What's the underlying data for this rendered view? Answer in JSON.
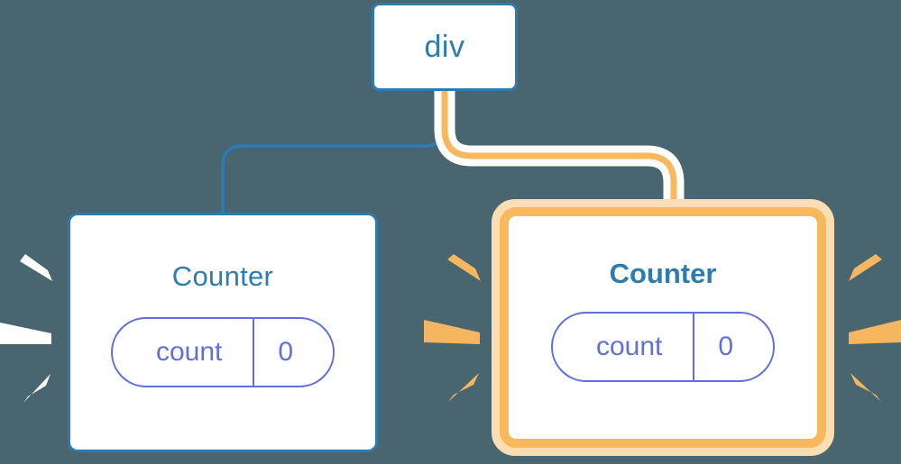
{
  "diagram": {
    "title": "Component re-render highlight diagram",
    "background_color": "#486570",
    "colors": {
      "blue": "#2d7cb0",
      "orange": "#f8b85e",
      "orange_glow": "#fbdfb2",
      "pill_purple": "#6170d8",
      "white": "#ffffff",
      "ray_white": "#ffffff",
      "ray_orange": "#f6b65f"
    }
  },
  "root": {
    "label": "div",
    "node_type": "dom-element"
  },
  "cards": [
    {
      "id": "counter-left",
      "title": "Counter",
      "highlighted": false,
      "title_weight": "normal",
      "border_color": "#2d7cb0",
      "state": {
        "key": "count",
        "value": "0"
      },
      "burst": {
        "present": true,
        "side": "left",
        "color": "#ffffff",
        "ray_count": 3
      }
    },
    {
      "id": "counter-right",
      "title": "Counter",
      "highlighted": true,
      "title_weight": "bold",
      "border_color": "#f8b85e",
      "glow_color": "#fbdfb2",
      "state": {
        "key": "count",
        "value": "0"
      },
      "burst": {
        "present": true,
        "side": "both",
        "color": "#f6b65f",
        "ray_count": 6
      }
    }
  ],
  "edges": [
    {
      "id": "edge-div-to-left-counter",
      "from": "div",
      "to": "counter-left",
      "color": "#2d7cb0",
      "active": false
    },
    {
      "id": "edge-div-to-right-counter",
      "from": "div",
      "to": "counter-right",
      "color": "#f8b85e",
      "active": true,
      "halo_color": "#ffffff"
    }
  ]
}
